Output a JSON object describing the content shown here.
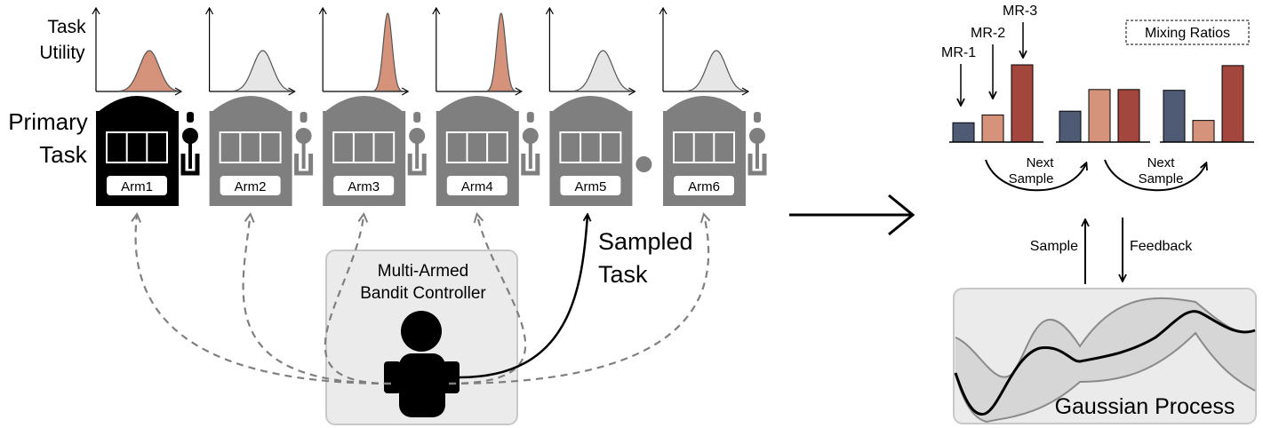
{
  "left_panel": {
    "task_utility_label": [
      "Task",
      "Utility"
    ],
    "primary_task_label": [
      "Primary",
      "Task"
    ],
    "arms": [
      {
        "label": "Arm1",
        "selected": true,
        "color": "#000000",
        "dist": "wide",
        "dist_color": "#d4937a"
      },
      {
        "label": "Arm2",
        "selected": false,
        "color": "#7f7f7f",
        "dist": "wide",
        "dist_color": "#e6e6e6"
      },
      {
        "label": "Arm3",
        "selected": false,
        "color": "#7f7f7f",
        "dist": "narrow",
        "dist_color": "#d4937a"
      },
      {
        "label": "Arm4",
        "selected": false,
        "color": "#7f7f7f",
        "dist": "narrow",
        "dist_color": "#d4937a"
      },
      {
        "label": "Arm5",
        "selected": false,
        "color": "#7f7f7f",
        "dist": "wide",
        "dist_color": "#e6e6e6",
        "lever_down": true
      },
      {
        "label": "Arm6",
        "selected": false,
        "color": "#7f7f7f",
        "dist": "wide",
        "dist_color": "#e6e6e6"
      }
    ],
    "controller_label": [
      "Multi-Armed",
      "Bandit Controller"
    ],
    "sampled_task_label": [
      "Sampled",
      "Task"
    ]
  },
  "right_panel": {
    "mr_labels": [
      "MR-1",
      "MR-2",
      "MR-3"
    ],
    "mixing_ratios_label": "Mixing Ratios",
    "next_sample_label": [
      "Next",
      "Sample"
    ],
    "sample_label": "Sample",
    "feedback_label": "Feedback",
    "gaussian_process_label": "Gaussian Process",
    "bar_colors": [
      "#4f5b74",
      "#d4937a",
      "#a2463e"
    ],
    "bar_groups": [
      {
        "values": [
          0.25,
          0.35,
          1.0
        ]
      },
      {
        "values": [
          0.4,
          0.68,
          0.68
        ]
      },
      {
        "values": [
          0.67,
          0.28,
          0.99
        ]
      }
    ]
  }
}
